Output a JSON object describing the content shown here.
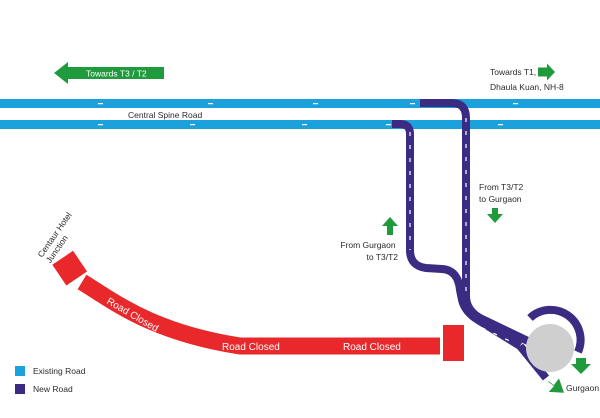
{
  "directions": {
    "towards_t3_t2": "Towards T3 / T2",
    "towards_t1_line1": "Towards T1,",
    "towards_t1_line2": "Dhaula Kuan, NH-8",
    "from_t3_t2_line1": "From T3/T2",
    "from_t3_t2_line2": "to Gurgaon",
    "from_gurgaon_line1": "From Gurgaon",
    "from_gurgaon_line2": "to T3/T2",
    "gurgaon": "Gurgaon"
  },
  "roads": {
    "central_spine": "Central Spine Road",
    "junction_line1": "Centaur Hotel",
    "junction_line2": "Junction",
    "closed_1": "Road Closed",
    "closed_2": "Road Closed",
    "closed_3": "Road Closed"
  },
  "legend": {
    "existing": "Existing Road",
    "new": "New Road"
  },
  "colors": {
    "existing_road": "#1ba1dc",
    "new_road": "#3b2b82",
    "closed_road": "#e8282b",
    "arrow": "#1f9a3d",
    "roundabout": "#cfcfcf"
  }
}
